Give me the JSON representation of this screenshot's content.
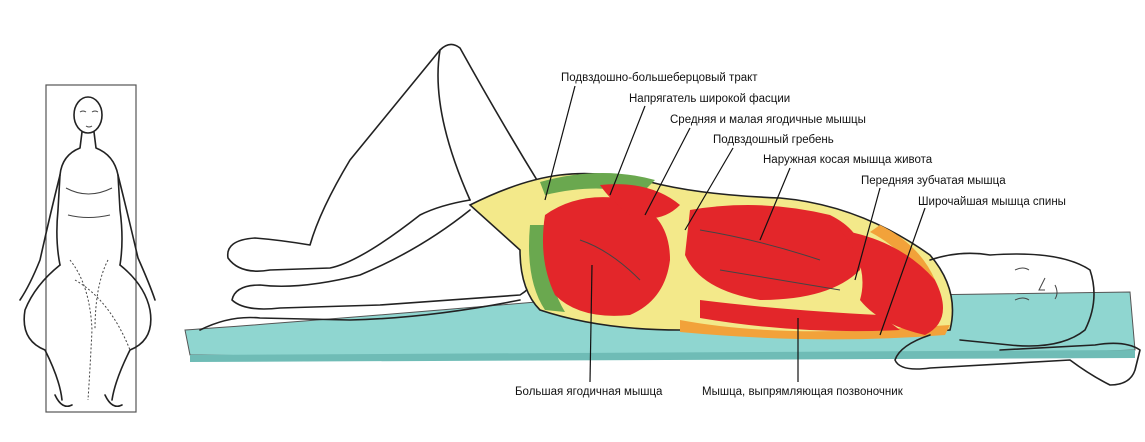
{
  "labels": {
    "iliotibial_tract": "Подвздошно-большеберцовый тракт",
    "tensor_fasciae_latae": "Напрягатель широкой фасции",
    "gluteus_medius_minimus": "Средняя и малая ягодичные мышцы",
    "iliac_crest": "Подвздошный гребень",
    "external_oblique": "Наружная косая мышца живота",
    "serratus_anterior": "Передняя зубчатая мышца",
    "latissimus_dorsi": "Широчайшая мышца спины",
    "gluteus_maximus": "Большая ягодичная мышца",
    "erector_spinae": "Мышца, выпрямляющая позвоночник"
  },
  "colors": {
    "muscle": "#e3262a",
    "fascia": "#f3e98a",
    "green": "#6aa84f",
    "orange": "#f2a23a",
    "mat": "#8fd6d0"
  }
}
